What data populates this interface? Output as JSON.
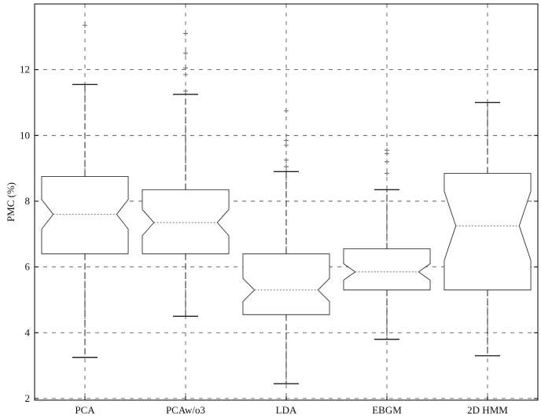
{
  "chart_data": {
    "type": "box",
    "title": "",
    "xlabel": "",
    "ylabel": "PMC (%)",
    "ylim": [
      1.95,
      14.0
    ],
    "yticks": [
      2,
      4,
      6,
      8,
      10,
      12
    ],
    "grid": true,
    "notched": true,
    "categories": [
      "PCA",
      "PCAw/o3",
      "LDA",
      "EBGM",
      "2D HMM"
    ],
    "boxes": [
      {
        "label": "PCA",
        "whisker_low": 3.25,
        "q1": 6.4,
        "median": 7.6,
        "q3": 8.75,
        "whisker_high": 11.55,
        "notch_low": 7.15,
        "notch_high": 8.05,
        "outliers": [
          13.35
        ]
      },
      {
        "label": "PCAw/o3",
        "whisker_low": 4.5,
        "q1": 6.4,
        "median": 7.35,
        "q3": 8.35,
        "whisker_high": 11.25,
        "notch_low": 6.95,
        "notch_high": 7.75,
        "outliers": [
          11.35,
          11.85,
          12.05,
          12.5,
          13.1
        ]
      },
      {
        "label": "LDA",
        "whisker_low": 2.45,
        "q1": 4.55,
        "median": 5.3,
        "q3": 6.4,
        "whisker_high": 8.9,
        "notch_low": 4.95,
        "notch_high": 5.65,
        "outliers": [
          9.05,
          9.25,
          9.7,
          9.85,
          10.75
        ]
      },
      {
        "label": "EBGM",
        "whisker_low": 3.8,
        "q1": 5.3,
        "median": 5.85,
        "q3": 6.55,
        "whisker_high": 8.35,
        "notch_low": 5.6,
        "notch_high": 6.1,
        "outliers": [
          8.85,
          9.2,
          9.45,
          9.55
        ]
      },
      {
        "label": "2D HMM",
        "whisker_low": 3.3,
        "q1": 5.3,
        "median": 7.25,
        "q3": 8.85,
        "whisker_high": 11.0,
        "notch_low": 6.2,
        "notch_high": 8.3,
        "outliers": []
      }
    ],
    "colors": {
      "box": "#333333",
      "median": "#777777",
      "whisker": "#222222",
      "outlier": "#666666",
      "grid": "#444444",
      "axis": "#000000"
    }
  }
}
